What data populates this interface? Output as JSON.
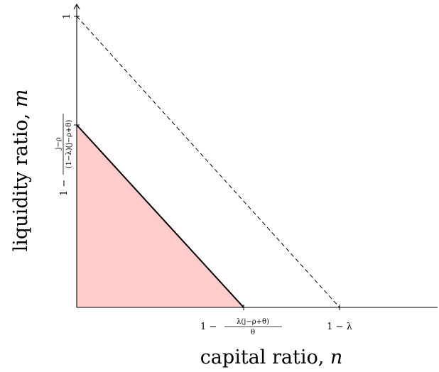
{
  "axes": {
    "x_label_text": "capital ratio, ",
    "x_label_var": "n",
    "y_label_text": "liquidity ratio, ",
    "y_label_var": "m"
  },
  "ticks": {
    "y_top": "1",
    "y_mid_prefix": "1 −",
    "y_mid_num": "j−ρ",
    "y_mid_den": "(1−λ)(j−ρ+θ)",
    "x_mid_prefix": "1 −",
    "x_mid_num": "λ(j−ρ+θ)",
    "x_mid_den": "θ",
    "x_right": "1 − λ"
  },
  "colors": {
    "region_fill": "#ffcccc",
    "lines": "#000000"
  }
}
